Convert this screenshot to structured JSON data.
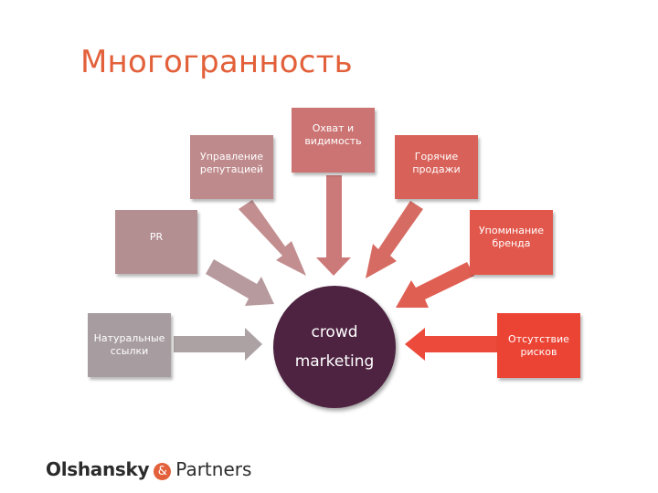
{
  "title": "Многогранность",
  "center": {
    "line1": "crowd",
    "line2": "marketing",
    "color": "#4e2341"
  },
  "boxes": [
    {
      "label": "Натуральные\nссылки",
      "color": "#a79c9f"
    },
    {
      "label": "PR",
      "color": "#b48f92"
    },
    {
      "label": "Управление\nрепутацией",
      "color": "#bf8a8c"
    },
    {
      "label": "Охват и\nвидимость",
      "color": "#cc7473"
    },
    {
      "label": "Горячие\nпродажи",
      "color": "#d8625a"
    },
    {
      "label": "Упоминание\nбренда",
      "color": "#e2574b"
    },
    {
      "label": "Отсутствие\nрисков",
      "color": "#ec4434"
    }
  ],
  "logo": {
    "brand": "Olshansky",
    "amp": "&",
    "partners": "Partners",
    "accent": "#e2603a"
  }
}
